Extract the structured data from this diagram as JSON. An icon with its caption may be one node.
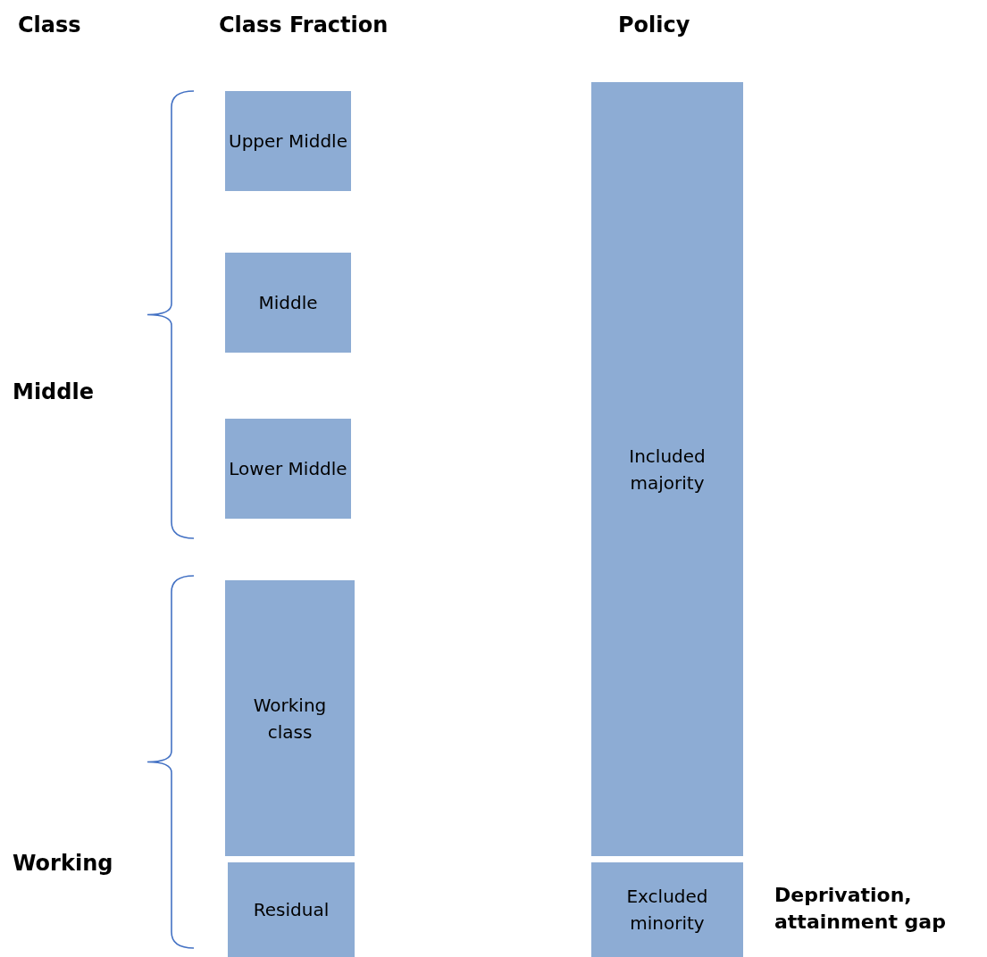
{
  "diagram": {
    "nodes": [
      {
        "text": [
          "Upper Middle"
        ]
      },
      {
        "text": [
          "Middle"
        ]
      },
      {
        "text": [
          "Lower Middle"
        ]
      },
      {
        "text": [
          "Working class"
        ]
      },
      {
        "text": [
          "Residual"
        ]
      },
      {
        "text": [
          "Included majority"
        ]
      },
      {
        "text": [
          "Excluded minority"
        ],
        "beside": [
          "Deprivation, attainment gap"
        ]
      }
    ],
    "labels": [
      "Class",
      "Class Fraction",
      "Policy",
      "Middle",
      "Working"
    ]
  }
}
